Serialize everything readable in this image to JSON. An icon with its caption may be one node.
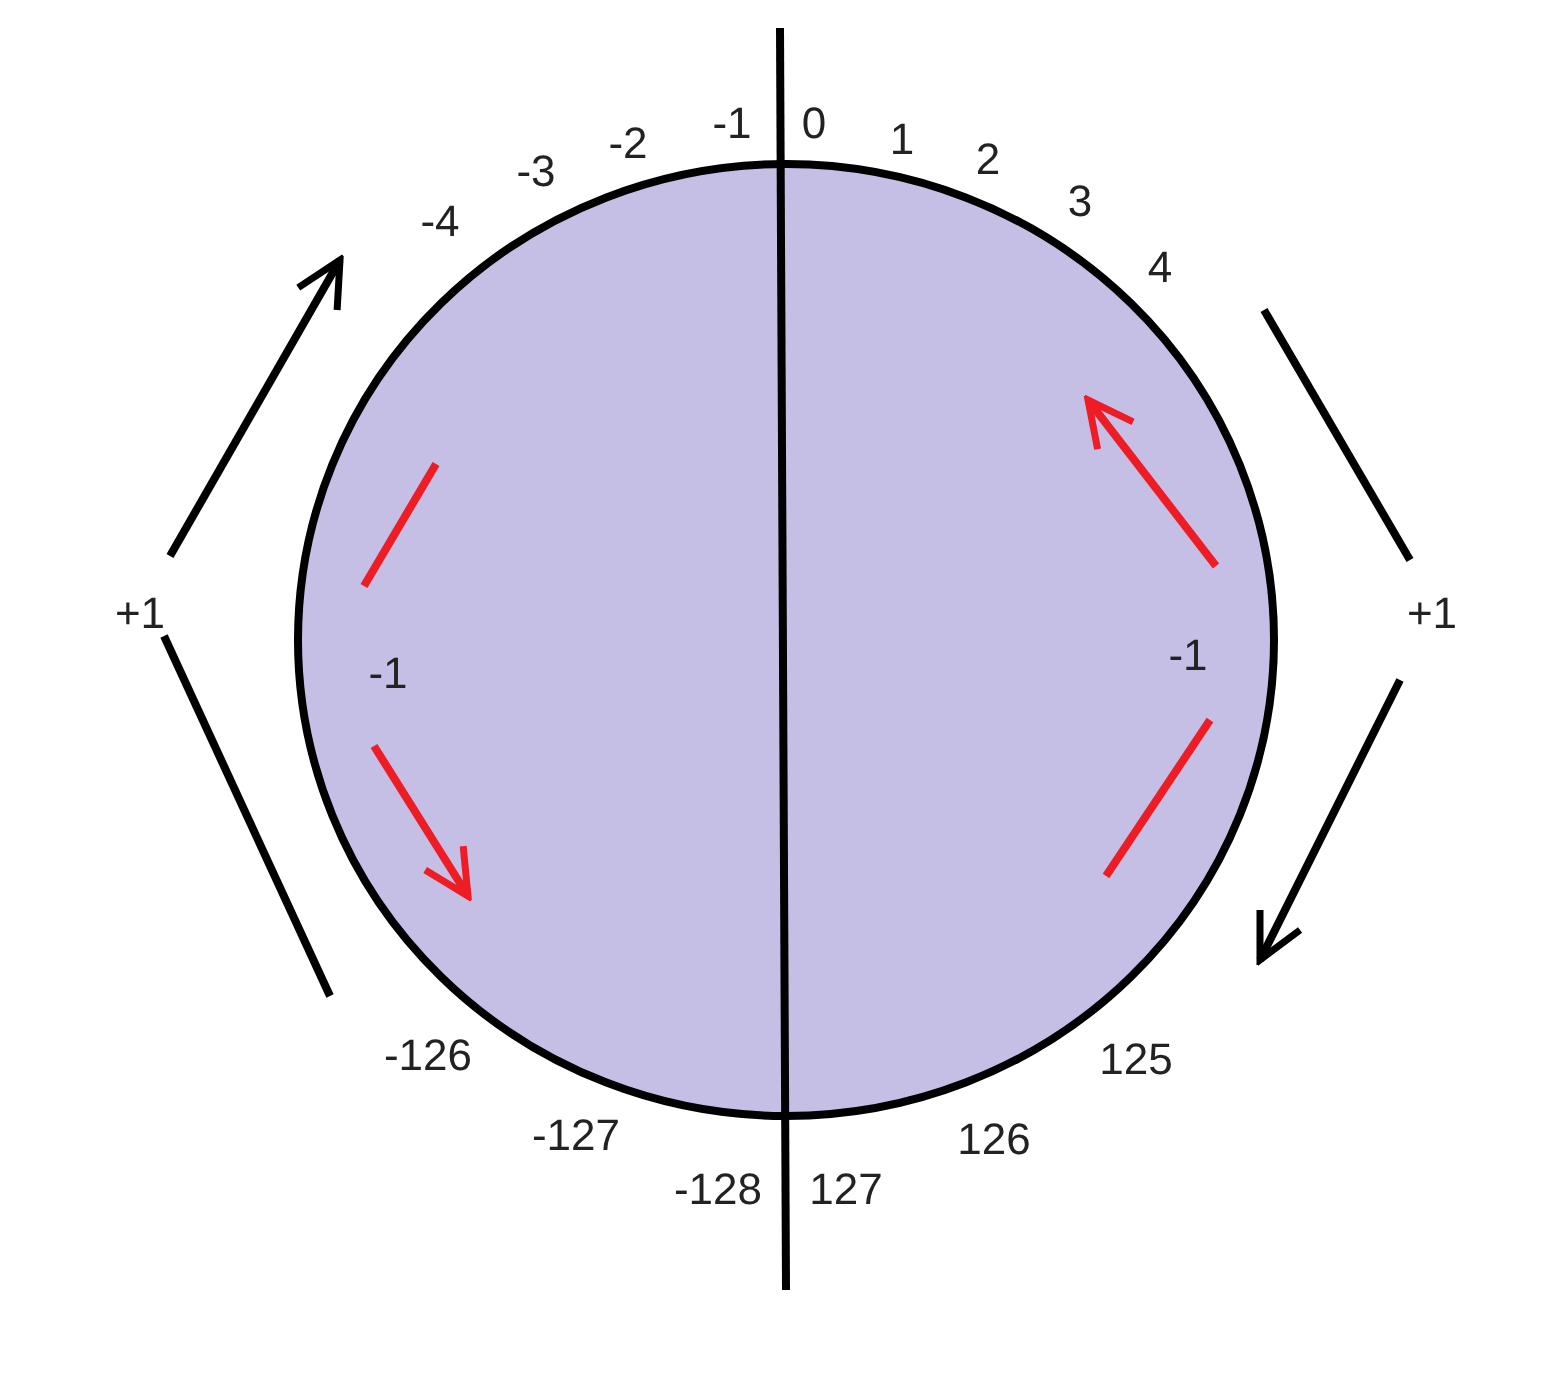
{
  "diagram": {
    "nodes": [
      {
        "text": [],
        "shape": "circle"
      }
    ],
    "edges": [],
    "labels": [
      "-1",
      "0",
      "-2",
      "1",
      "-3",
      "2",
      "3",
      "-4",
      "4",
      "+1",
      "+1",
      "-1",
      "-1",
      "-126",
      "125",
      "-127",
      "126",
      "-128",
      "127"
    ]
  }
}
